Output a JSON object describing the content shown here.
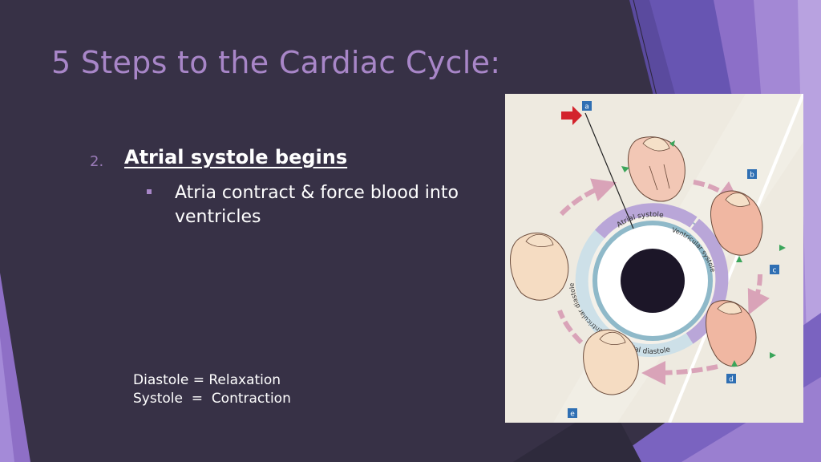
{
  "slide": {
    "title": "5 Steps to the Cardiac Cycle:",
    "step": {
      "number": "2.",
      "heading": "Atrial systole begins",
      "bullets": [
        "Atria contract & force blood into ventricles"
      ]
    },
    "notes": [
      "Diastole = Relaxation",
      "Systole  =  Contraction"
    ]
  },
  "figure": {
    "step_labels": [
      "a",
      "b",
      "c",
      "d",
      "e"
    ],
    "ring_labels": {
      "atrial_systole": "Atrial systole",
      "ventricular_systole": "Ventricular systole",
      "atrial_diastole": "Atrial diastole",
      "ventricular_diastole": "Ventricular diastole"
    }
  },
  "colors": {
    "background": "#373146",
    "title": "#a886c8",
    "accent_purple": "#8b6ec4",
    "figure_background": "#eeeae0",
    "cycle_arrow": "#d9a3b8",
    "pointer_arrow": "#d3232c",
    "label_box": "#2f6fb3"
  }
}
